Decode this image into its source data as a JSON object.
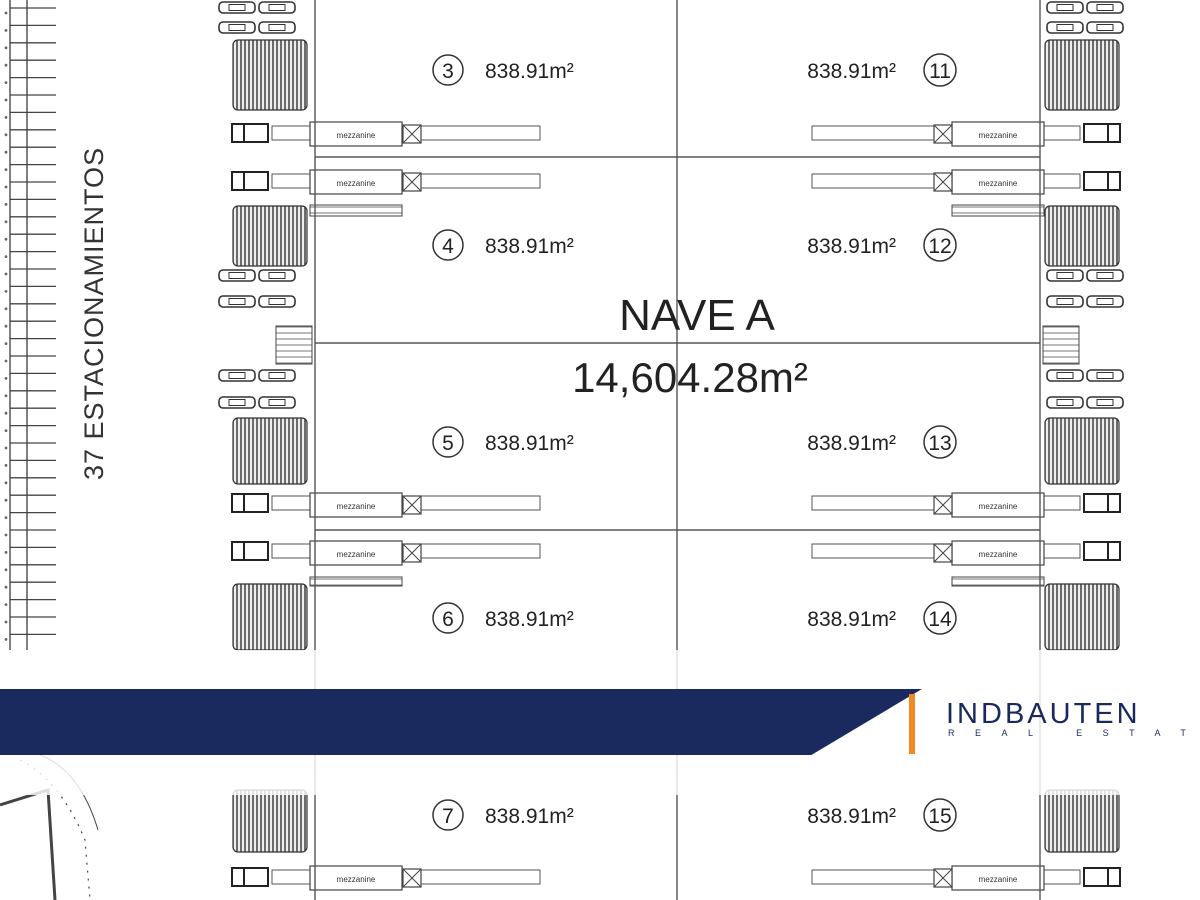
{
  "nave": {
    "title": "NAVE A",
    "area": "14,604.28m²"
  },
  "parking_label": "37 ESTACIONAMIENTOS",
  "mezzanine_label": "mezzanine",
  "units_left": [
    {
      "number": "3",
      "area": "838.91m²"
    },
    {
      "number": "4",
      "area": "838.91m²"
    },
    {
      "number": "5",
      "area": "838.91m²"
    },
    {
      "number": "6",
      "area": "838.91m²"
    },
    {
      "number": "7",
      "area": "838.91m²"
    }
  ],
  "units_right": [
    {
      "number": "11",
      "area": "838.91m²"
    },
    {
      "number": "12",
      "area": "838.91m²"
    },
    {
      "number": "13",
      "area": "838.91m²"
    },
    {
      "number": "14",
      "area": "838.91m²"
    },
    {
      "number": "15",
      "area": "838.91m²"
    }
  ],
  "brand": {
    "name": "INDBAUTEN",
    "tagline": "REAL ESTATE",
    "bar_color": "#1b2a5e",
    "accent_color": "#f08a24"
  }
}
